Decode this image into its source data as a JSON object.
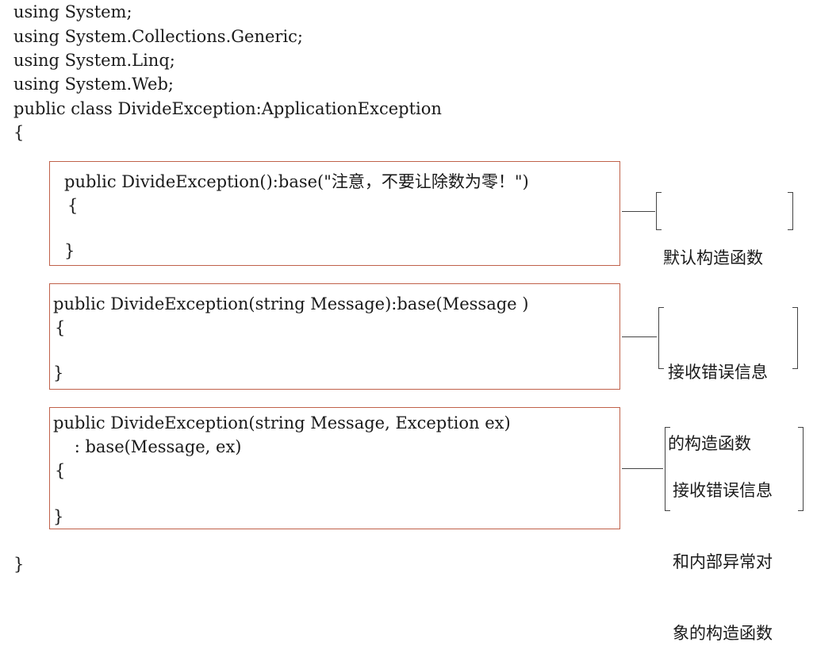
{
  "header": {
    "lines": [
      "using System;",
      "using System.Collections.Generic;",
      "using System.Linq;",
      "using System.Web;",
      "public class DivideException:ApplicationException",
      "{"
    ]
  },
  "footer": {
    "closing_brace": "}"
  },
  "boxes": [
    {
      "lines": [
        "public DivideException():base(\"注意，不要让除数为零！\")",
        "{",
        "",
        "}"
      ],
      "annotation": [
        "默认构造函数"
      ]
    },
    {
      "lines": [
        "public DivideException(string Message):base(Message )",
        "{",
        "",
        "}"
      ],
      "annotation": [
        "接收错误信息",
        "的构造函数"
      ]
    },
    {
      "lines": [
        "public DivideException(string Message, Exception ex)",
        "    : base(Message, ex)",
        "{",
        "",
        "}"
      ],
      "annotation": [
        "接收错误信息",
        "和内部异常对",
        "象的构造函数"
      ]
    }
  ],
  "colors": {
    "box_border": "#c0614a",
    "connector": "#444444"
  }
}
